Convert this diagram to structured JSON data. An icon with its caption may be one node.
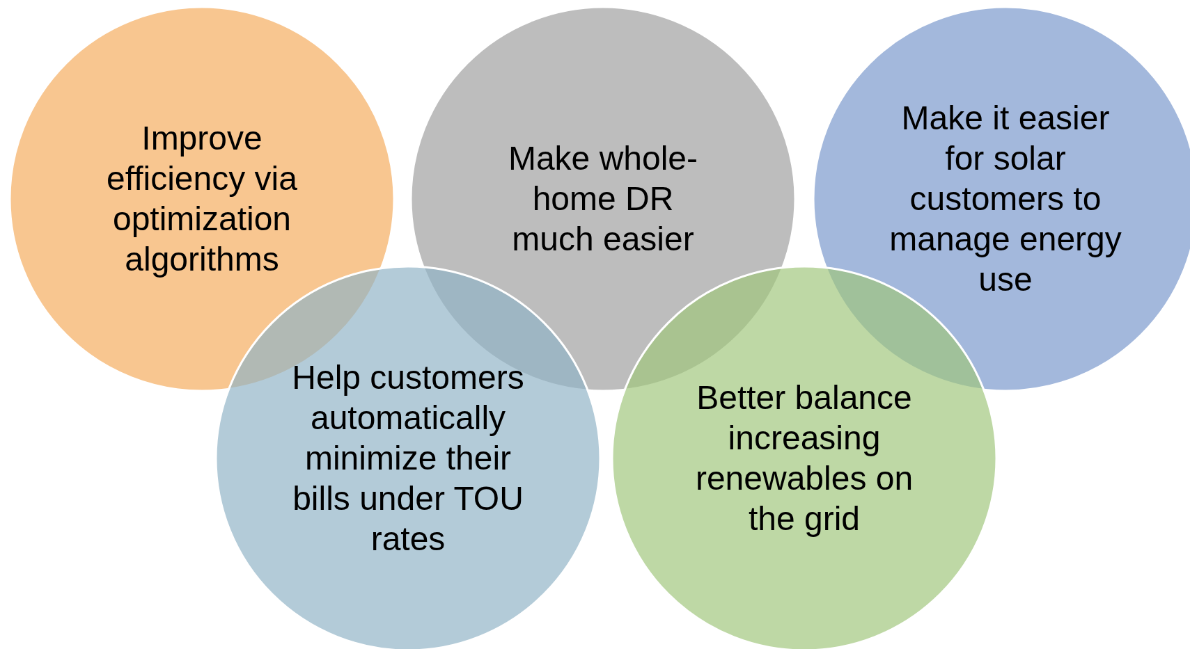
{
  "diagram": {
    "nodes": [
      {
        "text": [
          "Improve efficiency via optimization algorithms"
        ]
      },
      {
        "text": [
          "Make whole-home DR much easier"
        ]
      },
      {
        "text": [
          "Make it easier for solar customers to manage energy use"
        ]
      },
      {
        "text": [
          "Help customers automatically minimize their bills under TOU rates"
        ]
      },
      {
        "text": [
          "Better balance increasing renewables on the grid"
        ]
      }
    ]
  }
}
